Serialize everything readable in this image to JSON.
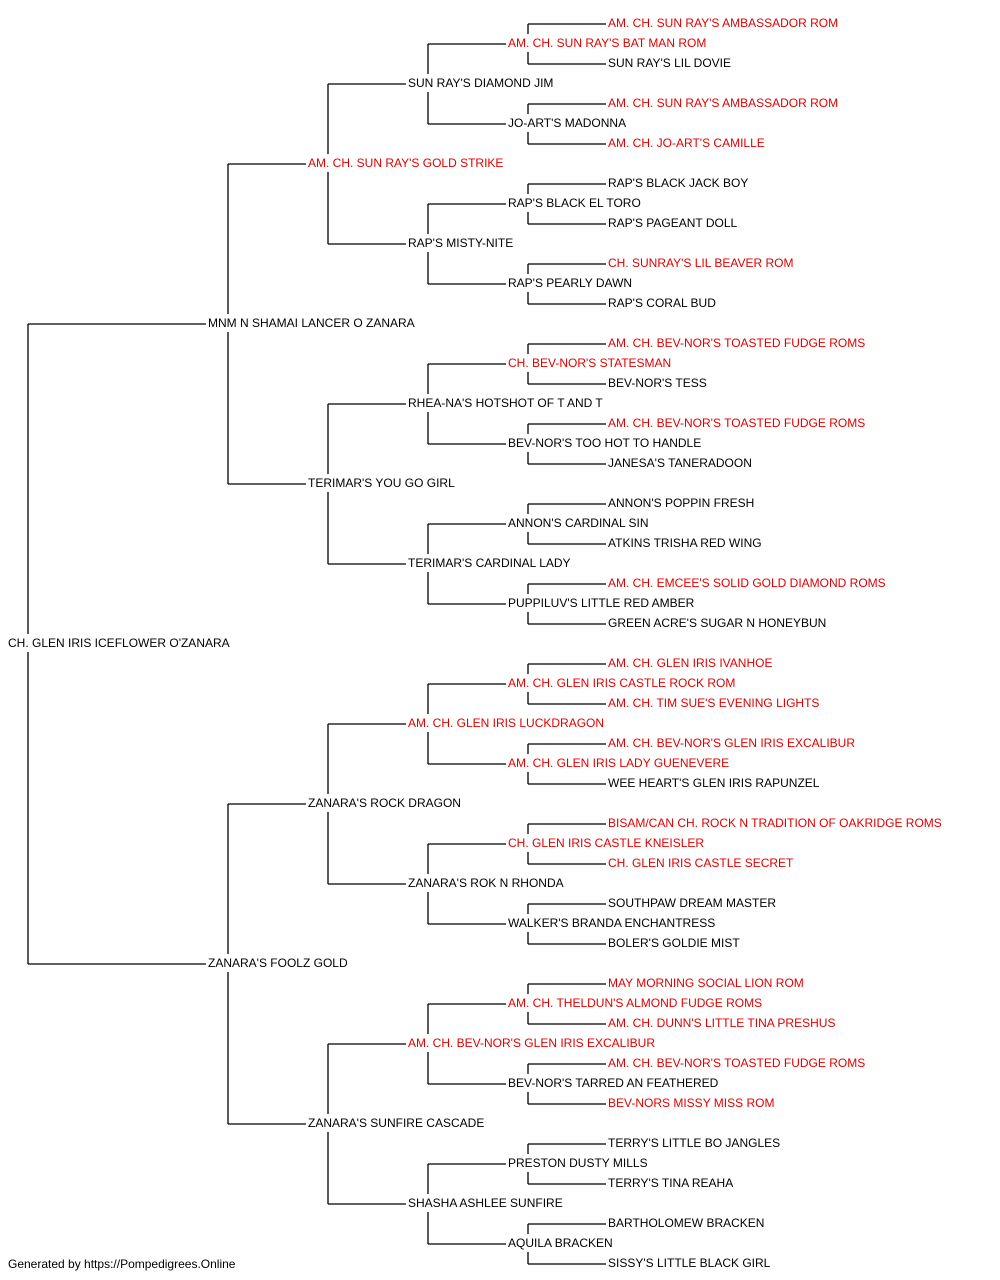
{
  "colors": {
    "champion": "#e00000",
    "normal": "#000000",
    "line": "#000000"
  },
  "footer": "Generated by https://Pompedigrees.Online",
  "pedigree": {
    "name": "CH. GLEN IRIS ICEFLOWER O'ZANARA",
    "champion": false,
    "sire": {
      "name": "MNM N SHAMAI LANCER O ZANARA",
      "champion": false,
      "sire": {
        "name": "AM. CH. SUN RAY'S GOLD STRIKE",
        "champion": true,
        "sire": {
          "name": "SUN RAY'S DIAMOND JIM",
          "champion": false,
          "sire": {
            "name": "AM. CH. SUN RAY'S BAT MAN ROM",
            "champion": true,
            "sire": {
              "name": "AM. CH. SUN RAY'S AMBASSADOR ROM",
              "champion": true
            },
            "dam": {
              "name": "SUN RAY'S LIL DOVIE",
              "champion": false
            }
          },
          "dam": {
            "name": "JO-ART'S MADONNA",
            "champion": false,
            "sire": {
              "name": "AM. CH. SUN RAY'S AMBASSADOR ROM",
              "champion": true
            },
            "dam": {
              "name": "AM. CH. JO-ART'S CAMILLE",
              "champion": true
            }
          }
        },
        "dam": {
          "name": "RAP'S MISTY-NITE",
          "champion": false,
          "sire": {
            "name": "RAP'S BLACK EL TORO",
            "champion": false,
            "sire": {
              "name": "RAP'S BLACK JACK BOY",
              "champion": false
            },
            "dam": {
              "name": "RAP'S PAGEANT DOLL",
              "champion": false
            }
          },
          "dam": {
            "name": "RAP'S PEARLY DAWN",
            "champion": false,
            "sire": {
              "name": "CH. SUNRAY'S LIL BEAVER ROM",
              "champion": true
            },
            "dam": {
              "name": "RAP'S CORAL BUD",
              "champion": false
            }
          }
        }
      },
      "dam": {
        "name": "TERIMAR'S YOU GO GIRL",
        "champion": false,
        "sire": {
          "name": "RHEA-NA'S HOTSHOT OF T AND T",
          "champion": false,
          "sire": {
            "name": "CH. BEV-NOR'S STATESMAN",
            "champion": true,
            "sire": {
              "name": "AM. CH. BEV-NOR'S TOASTED FUDGE ROMS",
              "champion": true
            },
            "dam": {
              "name": "BEV-NOR'S TESS",
              "champion": false
            }
          },
          "dam": {
            "name": "BEV-NOR'S TOO HOT TO HANDLE",
            "champion": false,
            "sire": {
              "name": "AM. CH. BEV-NOR'S TOASTED FUDGE ROMS",
              "champion": true
            },
            "dam": {
              "name": "JANESA'S TANERADOON",
              "champion": false
            }
          }
        },
        "dam": {
          "name": "TERIMAR'S CARDINAL LADY",
          "champion": false,
          "sire": {
            "name": "ANNON'S CARDINAL SIN",
            "champion": false,
            "sire": {
              "name": "ANNON'S POPPIN FRESH",
              "champion": false
            },
            "dam": {
              "name": "ATKINS TRISHA RED WING",
              "champion": false
            }
          },
          "dam": {
            "name": "PUPPILUV'S LITTLE RED AMBER",
            "champion": false,
            "sire": {
              "name": "AM. CH. EMCEE'S SOLID GOLD DIAMOND ROMS",
              "champion": true
            },
            "dam": {
              "name": "GREEN ACRE'S SUGAR N HONEYBUN",
              "champion": false
            }
          }
        }
      }
    },
    "dam": {
      "name": "ZANARA'S FOOLZ GOLD",
      "champion": false,
      "sire": {
        "name": "ZANARA'S ROCK DRAGON",
        "champion": false,
        "sire": {
          "name": "AM. CH. GLEN IRIS LUCKDRAGON",
          "champion": true,
          "sire": {
            "name": "AM. CH. GLEN IRIS CASTLE ROCK ROM",
            "champion": true,
            "sire": {
              "name": "AM. CH. GLEN IRIS IVANHOE",
              "champion": true
            },
            "dam": {
              "name": "AM. CH. TIM SUE'S EVENING LIGHTS",
              "champion": true
            }
          },
          "dam": {
            "name": "AM. CH. GLEN IRIS LADY GUENEVERE",
            "champion": true,
            "sire": {
              "name": "AM. CH. BEV-NOR'S GLEN IRIS EXCALIBUR",
              "champion": true
            },
            "dam": {
              "name": "WEE HEART'S GLEN IRIS RAPUNZEL",
              "champion": false
            }
          }
        },
        "dam": {
          "name": "ZANARA'S ROK N RHONDA",
          "champion": false,
          "sire": {
            "name": "CH. GLEN IRIS CASTLE KNEISLER",
            "champion": true,
            "sire": {
              "name": "BISAM/CAN CH. ROCK N TRADITION OF OAKRIDGE ROMS",
              "champion": true
            },
            "dam": {
              "name": "CH. GLEN IRIS CASTLE SECRET",
              "champion": true
            }
          },
          "dam": {
            "name": "WALKER'S BRANDA ENCHANTRESS",
            "champion": false,
            "sire": {
              "name": "SOUTHPAW DREAM MASTER",
              "champion": false
            },
            "dam": {
              "name": "BOLER'S GOLDIE MIST",
              "champion": false
            }
          }
        }
      },
      "dam": {
        "name": "ZANARA'S SUNFIRE CASCADE",
        "champion": false,
        "sire": {
          "name": "AM. CH. BEV-NOR'S GLEN IRIS EXCALIBUR",
          "champion": true,
          "sire": {
            "name": "AM. CH. THELDUN'S ALMOND FUDGE ROMS",
            "champion": true,
            "sire": {
              "name": "MAY MORNING SOCIAL LION ROM",
              "champion": true
            },
            "dam": {
              "name": "AM. CH. DUNN'S LITTLE TINA PRESHUS",
              "champion": true
            }
          },
          "dam": {
            "name": "BEV-NOR'S TARRED AN FEATHERED",
            "champion": false,
            "sire": {
              "name": "AM. CH. BEV-NOR'S TOASTED FUDGE ROMS",
              "champion": true
            },
            "dam": {
              "name": "BEV-NORS MISSY MISS ROM",
              "champion": true
            }
          }
        },
        "dam": {
          "name": "SHASHA ASHLEE SUNFIRE",
          "champion": false,
          "sire": {
            "name": "PRESTON DUSTY MILLS",
            "champion": false,
            "sire": {
              "name": "TERRY'S LITTLE BO JANGLES",
              "champion": false
            },
            "dam": {
              "name": "TERRY'S TINA REAHA",
              "champion": false
            }
          },
          "dam": {
            "name": "AQUILA BRACKEN",
            "champion": false,
            "sire": {
              "name": "BARTHOLOMEW BRACKEN",
              "champion": false
            },
            "dam": {
              "name": "SISSY'S LITTLE BLACK GIRL",
              "champion": false
            }
          }
        }
      }
    }
  }
}
